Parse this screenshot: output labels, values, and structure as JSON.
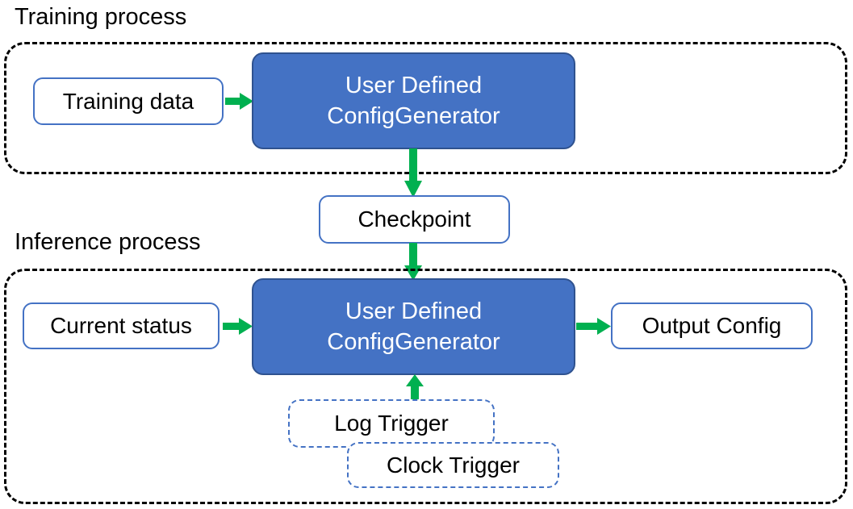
{
  "diagram": {
    "title_training": "Training process",
    "title_inference": "Inference process",
    "colors": {
      "process_fill": "#4472C4",
      "process_border": "#2F528F",
      "io_border": "#4472C4",
      "arrow_green": "#00B050",
      "group_border": "#000000",
      "trigger_border": "#4472C4",
      "background": "#FFFFFF",
      "process_text": "#FFFFFF",
      "io_text": "#000000"
    },
    "training": {
      "input_box": "Training data",
      "process_line1": "User Defined",
      "process_line2": "ConfigGenerator"
    },
    "checkpoint": {
      "label": "Checkpoint"
    },
    "inference": {
      "input_box": "Current status",
      "process_line1": "User Defined",
      "process_line2": "ConfigGenerator",
      "output_box": "Output Config",
      "trigger_log": "Log Trigger",
      "trigger_clock": "Clock Trigger"
    },
    "arrows": {
      "training_data_to_process": "arrow-right",
      "process_to_checkpoint": "arrow-down",
      "checkpoint_to_process": "arrow-down",
      "current_status_to_process": "arrow-right",
      "process_to_output": "arrow-right",
      "triggers_to_process": "arrow-up"
    }
  }
}
